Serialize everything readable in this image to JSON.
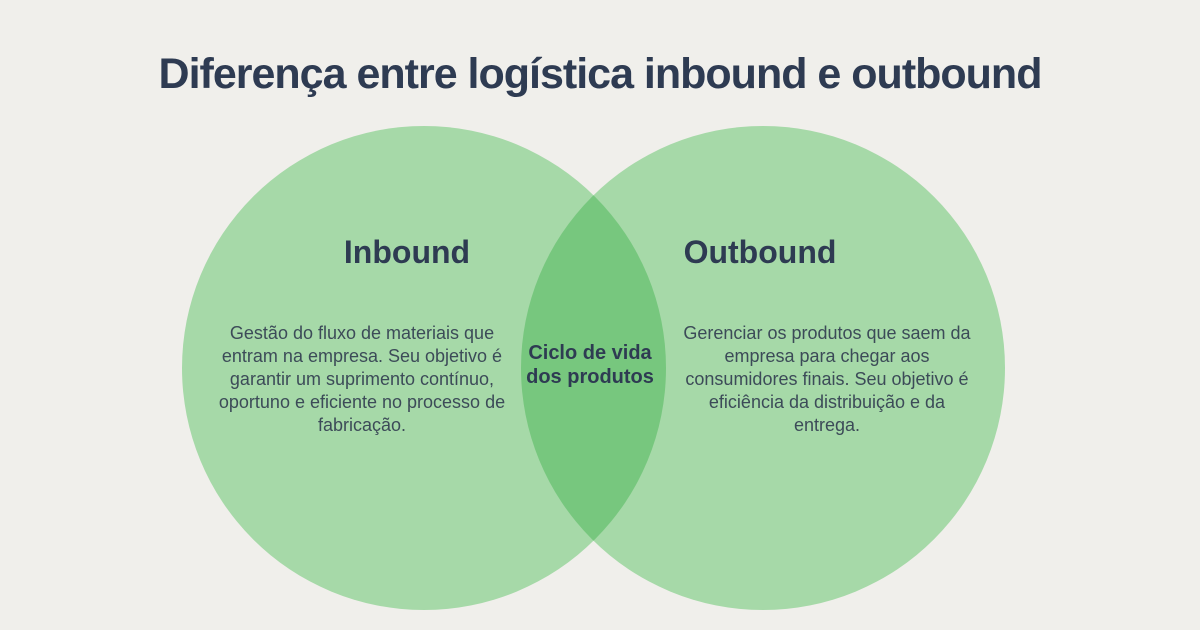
{
  "title": "Diferença entre logística inbound e outbound",
  "venn": {
    "left_circle": {
      "heading": "Inbound",
      "description": "Gestão do fluxo de materiais que entram na empresa. Seu objetivo é garantir um suprimento contínuo, oportuno e eficiente no processo de fabricação."
    },
    "right_circle": {
      "heading": "Outbound",
      "description": "Gerenciar os produtos que saem da empresa para chegar aos consumidores finais. Seu objetivo é eficiência da distribuição e da entrega."
    },
    "overlap": {
      "label": "Ciclo de vida dos produtos"
    }
  },
  "colors": {
    "background": "#F0EFEB",
    "circle_green": "#A6D9A8",
    "overlap_green": "#77C77E",
    "title_text": "#2E3B52",
    "body_text": "#3C4B58"
  }
}
